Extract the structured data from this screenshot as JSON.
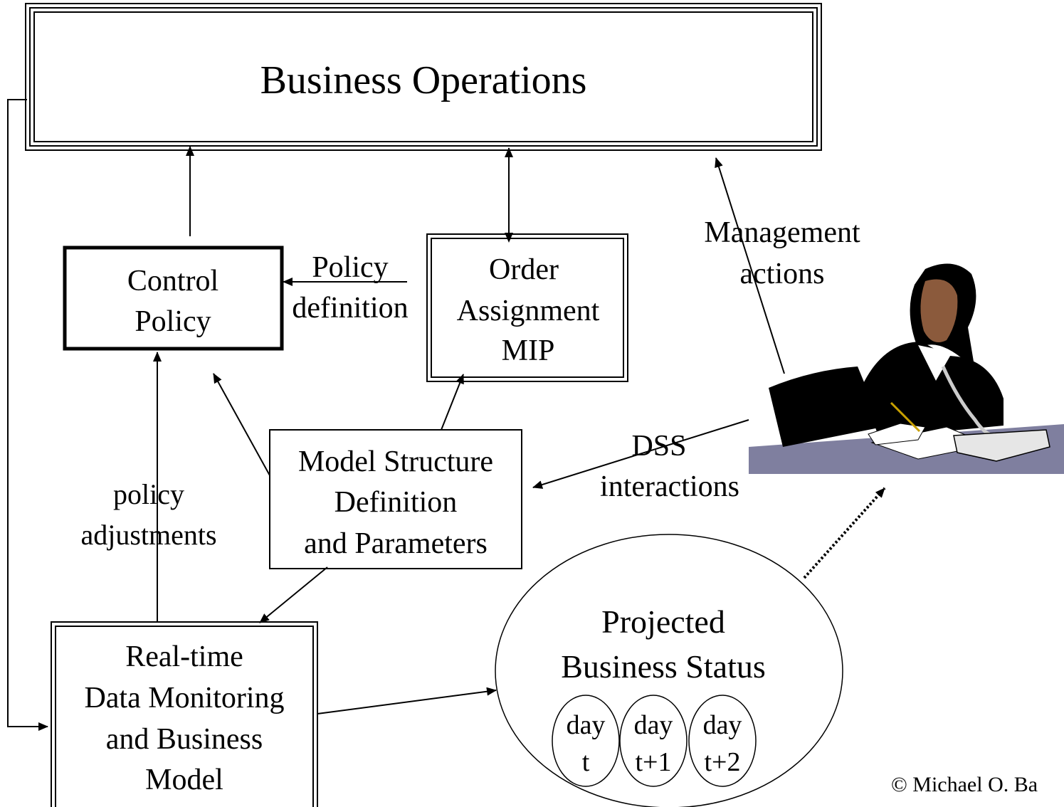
{
  "nodes": {
    "business_operations": {
      "label": "Business Operations"
    },
    "control_policy": {
      "lines": [
        "Control",
        "Policy"
      ]
    },
    "order_assignment": {
      "lines": [
        "Order",
        "Assignment",
        "MIP"
      ]
    },
    "model_structure": {
      "lines": [
        "Model Structure",
        "Definition",
        "and Parameters"
      ]
    },
    "realtime_monitoring": {
      "lines": [
        "Real-time",
        "Data Monitoring",
        "and Business",
        "Model"
      ]
    },
    "projected_status": {
      "lines": [
        "Projected",
        "Business Status"
      ]
    },
    "days": [
      {
        "lines": [
          "day",
          "t"
        ]
      },
      {
        "lines": [
          "day",
          "t+1"
        ]
      },
      {
        "lines": [
          "day",
          "t+2"
        ]
      }
    ]
  },
  "edge_labels": {
    "policy_definition": [
      "Policy",
      "definition"
    ],
    "policy_adjustments": [
      "policy",
      "adjustments"
    ],
    "management_actions": [
      "Management",
      "actions"
    ],
    "dss_interactions": [
      "DSS",
      "interactions"
    ]
  },
  "illustration": {
    "name": "businesswoman-on-phone",
    "desk_color": "#7f7f9f"
  },
  "copyright": "© Michael O. Ba"
}
